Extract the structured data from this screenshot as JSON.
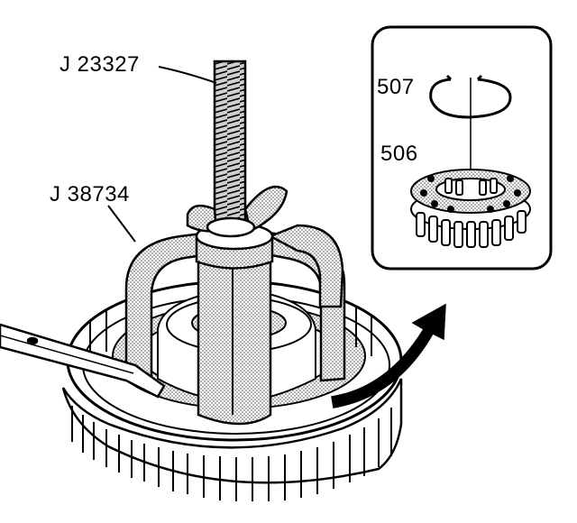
{
  "labels": {
    "tool_spring_compressor_screw": "J 23327",
    "tool_compressor_adapter": "J 38734",
    "part_snap_ring": "507",
    "part_spring_assembly": "506"
  },
  "colors": {
    "line": "#000000",
    "background": "#ffffff",
    "stipple": "#bdbdbd",
    "callout_box_border": "#000000"
  },
  "icons": {
    "removal_direction": "curved-arrow-icon"
  }
}
